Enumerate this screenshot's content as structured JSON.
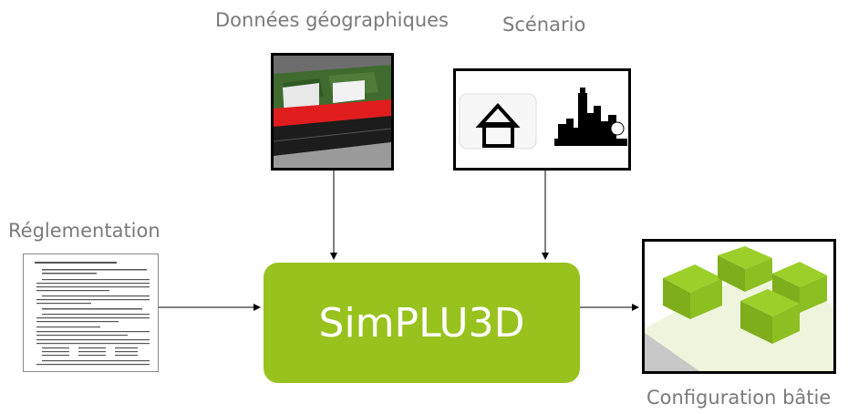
{
  "labels": {
    "geo": "Données géographiques",
    "scenario": "Scénario",
    "reglementation": "Réglementation",
    "center": "SimPLU3D",
    "output": "Configuration bâtie"
  },
  "colors": {
    "accent": "#98c21d",
    "label": "#7a7a7a"
  }
}
